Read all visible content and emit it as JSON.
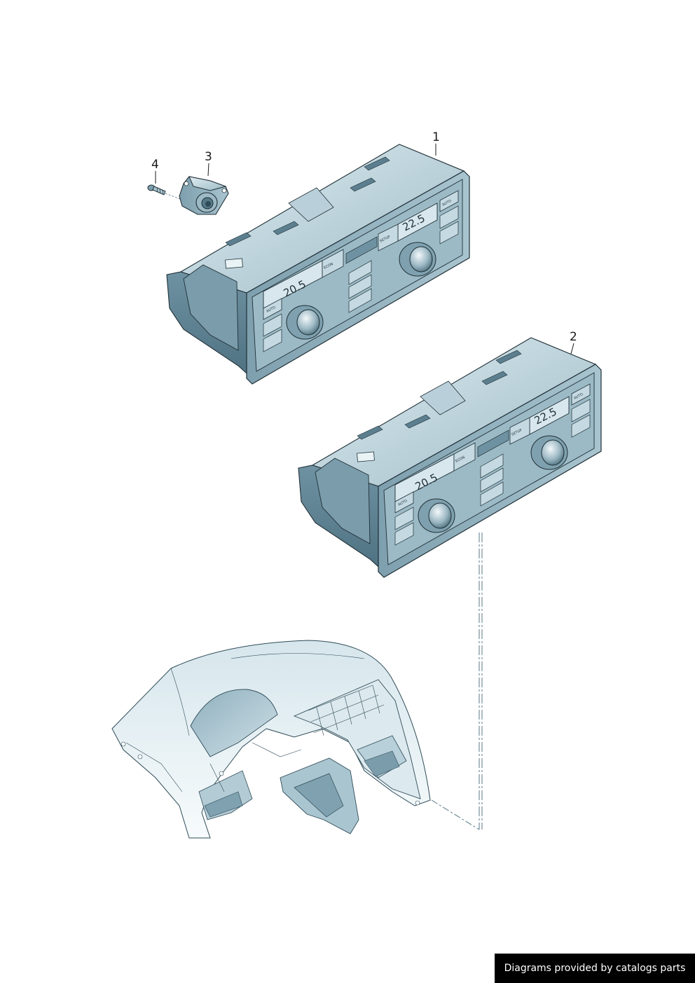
{
  "callouts": {
    "part_1": "1",
    "part_2": "2",
    "part_3": "3",
    "part_4": "4"
  },
  "unit_1": {
    "temp_left": "20.5",
    "temp_right": "22.5",
    "auto_left": "AUTO",
    "auto_right": "AUTO",
    "econ_label": "ECON",
    "setup_label": "SETUP"
  },
  "unit_2": {
    "temp_left": "20.5",
    "temp_right": "22.5",
    "auto_left": "AUTO",
    "auto_right": "AUTO",
    "econ_label": "ECON",
    "setup_label": "SETUP"
  },
  "colors": {
    "body_fill": "#8fb0be",
    "body_dark": "#5f8292",
    "body_light": "#c9dde5",
    "outline": "#1f2f36"
  },
  "footer": {
    "credit": "Diagrams provided by catalogs parts"
  }
}
